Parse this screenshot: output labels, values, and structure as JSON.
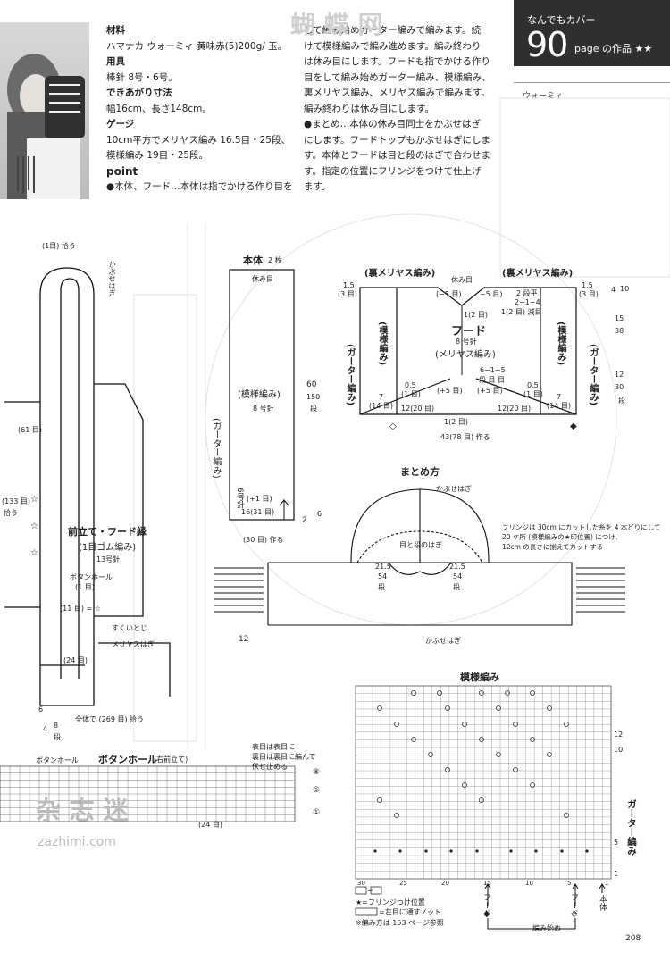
{
  "banner": {
    "title": "なんでもカバー",
    "number": "90",
    "page_label": "page の作品 ★★",
    "yarn_brand": "ウォーミィ"
  },
  "materials": {
    "h1": "材料",
    "yarn": "ハマナカ ウォーミィ 黄味赤(5)200g/ 玉。",
    "h2": "用具",
    "needles": "棒針 8号・6号。",
    "h3": "できあがり寸法",
    "size": "幅16cm、長さ148cm。",
    "h4": "ゲージ",
    "gauge1": "10cm平方でメリヤス編み 16.5目・25段、",
    "gauge2": "模様編み 19目・25段。",
    "point": "point",
    "p1": "●本体、フード…本体は指でかける作り目を"
  },
  "description": [
    "して編み始めガーター編みで編みます。続",
    "けて模様編みで編み進めます。編み終わり",
    "は休み目にします。フードも指でかける作り",
    "目をして編み始めガーター編み、模様編み、",
    "裏メリヤス編み、メリヤス編みで編みます。",
    "編み終わりは休み目にします。",
    "●まとめ…本体の休み目同士をかぶせはぎ",
    "にします。フードトップもかぶせはぎにしま",
    "す。本体とフードは目と段のはぎで合わせま",
    "す。指定の位置にフリンジをつけて仕上げ",
    "ます。"
  ],
  "watermark": {
    "top": "蝴 蝶 网",
    "site": "zazhimi.com",
    "bottom": "杂 志 迷"
  },
  "honntai": {
    "title": "本体",
    "count": "2 枚",
    "yasumi": "休み目",
    "pattern": "(模様編み)",
    "needle8": "8 号針",
    "garter": "(ガーター編み)",
    "needle6": "6号針",
    "plus1": "(+1 目)",
    "st1631": "16(31 目)",
    "cast": "(30 目) 作る",
    "h60": "60",
    "h150": "150",
    "dan": "段",
    "h2": "2",
    "h6": "6"
  },
  "hood": {
    "title": "フード",
    "needle": "8 号針",
    "stockinette": "(メリヤス編み)",
    "rev_l": "(裏メリヤス編み)",
    "rev_r": "(裏メリヤス編み)",
    "pat": "(模様編み)",
    "garter": "(ガーター編み)",
    "yasumi": "休み目",
    "m5": "(−5 目)",
    "m5b": "−5 目)",
    "one2": "1(2 目)",
    "dec_title": "2 段平",
    "dec1": "2−1−4",
    "dec2": "1(2 目) 減目",
    "v15": "1.5",
    "v3": "(3 目)",
    "v05": "0.5",
    "v1": "(1 目)",
    "v7": "7",
    "v14": "(14 目)",
    "v12_20": "12(20 目)",
    "p5": "(+5 目)",
    "inc": "6−1−5",
    "inc2": "段 目 目",
    "one2b": "1(2 目)",
    "cast": "43(78 目) 作る",
    "r4": "4",
    "r10": "10",
    "r15": "15",
    "r38": "38",
    "r12": "12",
    "r30": "30",
    "rdan": "段"
  },
  "front": {
    "title": "前立て・フード縁",
    "pattern": "(1目ゴム編み)",
    "needle": "13号針",
    "pick1": "(1目) 拾う",
    "kabuse": "かぶせはぎ",
    "r61": "(61 目)",
    "r133": "(133 目)",
    "pick2": "拾う",
    "bh": "ボタンホール",
    "bh1": "(1 目)",
    "r11": "(11 目) = ☆",
    "r24": "(24 目)",
    "sukui": "すくいとじ",
    "meriyasu": "メリヤスはぎ",
    "w6": "6",
    "w4": "4",
    "w8": "8",
    "wdan": "段",
    "all": "全体で (269 目) 拾う"
  },
  "bhchart": {
    "title": "ボタンホール",
    "sub": "(右前立て)",
    "bhlabel": "ボタンホール",
    "note1": "表目は表目に",
    "note2": "裏目は裏目に編んで",
    "note3": "伏せ止める",
    "c8": "⑧",
    "c5": "⑤",
    "c1": "①",
    "r24": "(24 目)"
  },
  "assembly": {
    "title": "まとめ方",
    "kabuse": "かぶせはぎ",
    "medan": "目と段のはぎ",
    "l21": "21.5",
    "l54": "54",
    "r21": "21.5",
    "r54": "54",
    "dan": "段",
    "kabuse2": "かぶせはぎ",
    "w12": "12",
    "fringe1": "フリンジは 30cm にカットした糸を 4 本どりにして",
    "fringe2": "20 ケ所 (模様編みの★印位置) につけ、",
    "fringe3": "12cm の長さに揃えてカットする"
  },
  "chart": {
    "title": "模様編み",
    "garter": "ガーター編み",
    "hood": "フード",
    "hood2": "フード",
    "body": "本体",
    "start": "編み始め",
    "legend1": "=",
    "legend2": "★=フリンジつけ位置",
    "legend3": "=左目に通すノット",
    "legend4": "※編み方は 153 ページ参照",
    "rows": [
      "12",
      "10",
      "5",
      "1"
    ],
    "cols": [
      "30",
      "25",
      "20",
      "15",
      "10",
      "5",
      "1"
    ]
  },
  "page_number": "208"
}
